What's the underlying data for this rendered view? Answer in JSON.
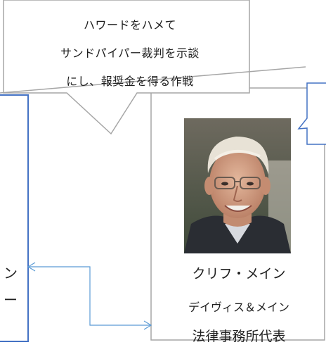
{
  "bubble": {
    "line1": "ハワードをハメて",
    "line2": "サンドパイパー裁判を示談",
    "line3": "にし、報奨金を得る作戦"
  },
  "person": {
    "name": "クリフ・メイン",
    "firm": "デイヴィス＆メイン",
    "title": "法律事務所代表",
    "photo_icon": "portrait-photo"
  },
  "left_box_fragments": {
    "line1": "ン",
    "line2": "ー"
  },
  "colors": {
    "blue_accent": "#4472c4",
    "connector": "#5b9bd5",
    "gray_border": "#a6a6a6"
  }
}
